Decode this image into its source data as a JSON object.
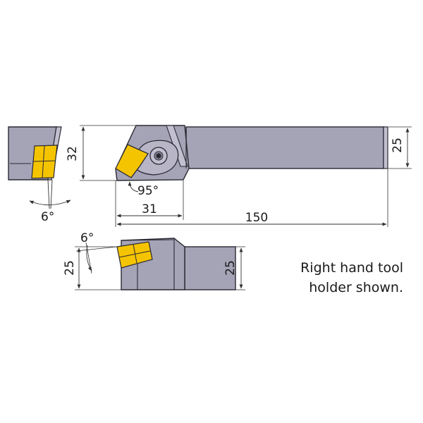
{
  "colors": {
    "body": "#a5a3b6",
    "body_light": "#c2c0d0",
    "outline": "#2a2a33",
    "insert": "#f5c400",
    "dimension": "#333333"
  },
  "top_view": {
    "height_label": "32",
    "shank_label": "25",
    "angle_label": "95°",
    "head_length_label": "31",
    "overall_length_label": "150"
  },
  "end_view": {
    "clearance_label": "6°"
  },
  "side_view": {
    "clearance_label": "6°",
    "tip_height_label": "25",
    "shank_height_label": "25"
  },
  "note": {
    "line1": "Right hand tool",
    "line2": "holder shown."
  }
}
